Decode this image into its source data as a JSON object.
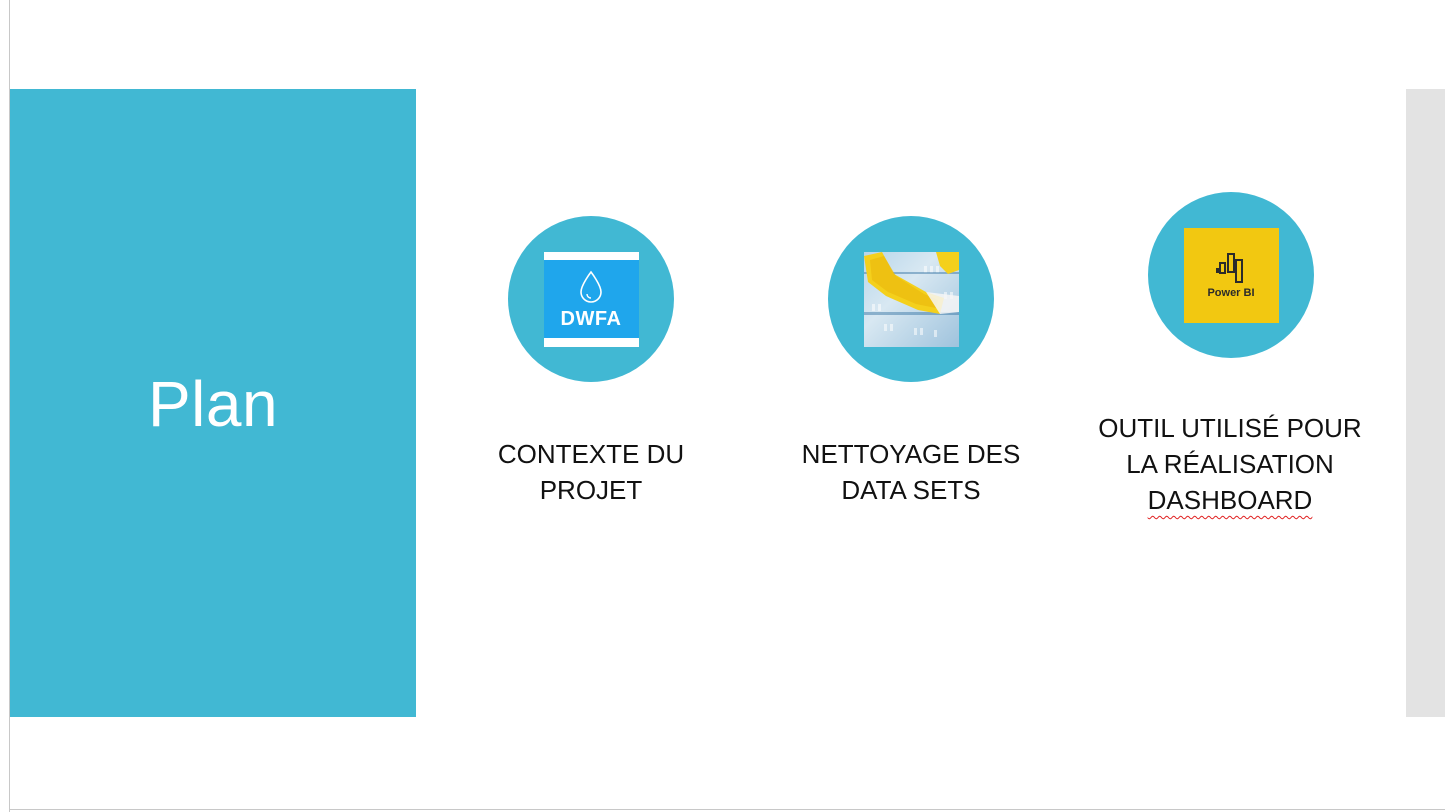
{
  "theme": {
    "accent": "#41B8D3",
    "rail": "#e3e3e3"
  },
  "slide": {
    "title": "Plan",
    "items": [
      {
        "icon": "dwfa-logo-icon",
        "logo_text": "DWFA",
        "lines": [
          "CONTEXTE DU",
          "PROJET"
        ]
      },
      {
        "icon": "data-cleaning-glove-icon",
        "lines": [
          "NETTOYAGE DES",
          "DATA SETS"
        ]
      },
      {
        "icon": "power-bi-logo-icon",
        "logo_text": "Power BI",
        "lines": [
          "OUTIL UTILISÉ POUR",
          "LA RÉALISATION",
          "DASHBOARD"
        ]
      }
    ]
  }
}
